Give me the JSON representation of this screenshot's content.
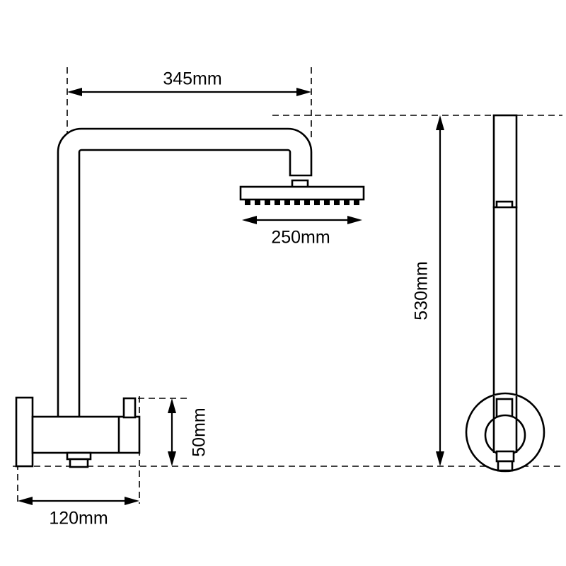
{
  "drawing": {
    "title": "Shower Rail Technical Dimension Drawing",
    "background_color": "#ffffff",
    "line_color": "#000000",
    "units": "mm",
    "views": [
      {
        "name": "side-elevation",
        "description": "Gooseneck shower arm with rain head and wall mounted mixer valve"
      },
      {
        "name": "front-elevation",
        "description": "Vertical riser rail with round wall flange"
      }
    ]
  },
  "dimensions": {
    "arm_reach": {
      "label": "345mm",
      "value": 345,
      "orientation": "horizontal",
      "position": "top"
    },
    "head_width": {
      "label": "250mm",
      "value": 250,
      "orientation": "horizontal",
      "position": "below-shower-head"
    },
    "total_height": {
      "label": "530mm",
      "value": 530,
      "orientation": "vertical",
      "position": "right"
    },
    "valve_height": {
      "label": "50mm",
      "value": 50,
      "orientation": "vertical",
      "position": "valve"
    },
    "valve_projection": {
      "label": "120mm",
      "value": 120,
      "orientation": "horizontal",
      "position": "bottom-left"
    }
  },
  "components": {
    "shower_head": {
      "name": "rain-shower-head",
      "nozzle_count": 12
    },
    "gooseneck_arm": {
      "name": "gooseneck-shower-arm"
    },
    "riser_tube": {
      "name": "vertical-riser-tube"
    },
    "mixer_valve": {
      "name": "wall-mounted-mixer-valve"
    },
    "wall_plate": {
      "name": "wall-mounting-plate"
    },
    "round_flange": {
      "name": "round-wall-flange"
    }
  }
}
